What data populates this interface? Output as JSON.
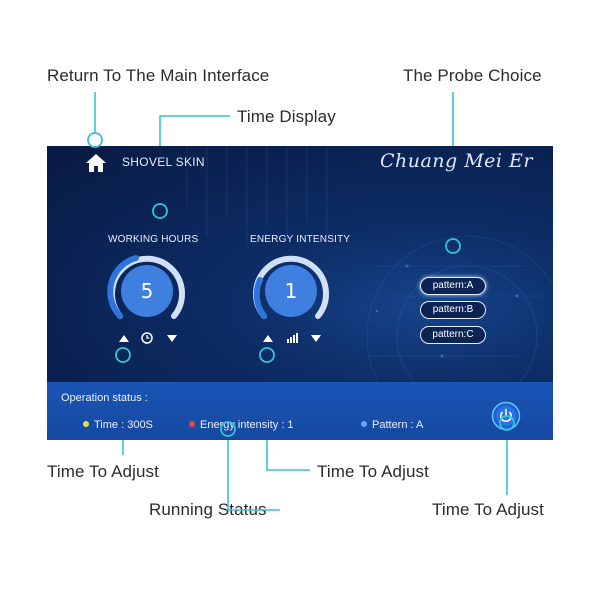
{
  "callouts": {
    "return_main": "Return To The Main Interface",
    "probe_choice": "The Probe Choice",
    "time_display": "Time Display",
    "adjust_left": "Time To Adjust",
    "adjust_mid": "Time To Adjust",
    "adjust_right": "Time To Adjust",
    "running_status": "Running Status"
  },
  "screen": {
    "title": "SHOVEL SKIN",
    "brand": "Chuang Mei Er",
    "dials": [
      {
        "label": "WORKING HOURS",
        "value": "5",
        "control_icon": "clock-icon"
      },
      {
        "label": "ENERGY INTENSITY",
        "value": "1",
        "control_icon": "signal-bars-icon"
      }
    ],
    "patterns": [
      {
        "label": "pattern:A",
        "selected": true
      },
      {
        "label": "pattern:B",
        "selected": false
      },
      {
        "label": "pattern:C",
        "selected": false
      }
    ],
    "status": {
      "title": "Operation status :",
      "items": [
        {
          "text": "Time : 300S",
          "color": "#e6e04a"
        },
        {
          "text": "Energy intensity : 1",
          "color": "#e24a4a"
        },
        {
          "text": "Pattern : A",
          "color": "#5aa8ff"
        }
      ]
    }
  },
  "colors": {
    "accent": "#36c3d6",
    "screen_bg": "#0b2454",
    "status_bar": "#1a55b5"
  }
}
